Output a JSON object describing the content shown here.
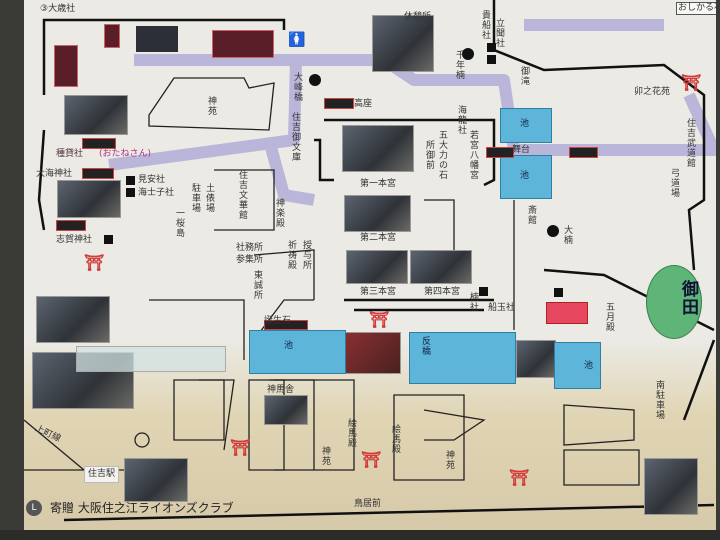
{
  "map": {
    "top_label": "③大歳社",
    "labels": [
      "神苑",
      "種貸社",
      "(おたねさん)",
      "大海神社",
      "志賀神社",
      "見安社",
      "海士子社",
      "駐車場",
      "土俵場",
      "一桜島",
      "住吉文華館",
      "神楽殿",
      "住吉御文庫",
      "大峰橋",
      "第一本宮",
      "第二本宮",
      "第三本宮",
      "第四本宮",
      "休憩所",
      "貴船社",
      "立聞社",
      "千年楠",
      "御滝",
      "海龍社",
      "若宮八幡宮",
      "五大力の石",
      "所御前",
      "舞台",
      "池",
      "池",
      "斎館",
      "大楠",
      "卯之花苑",
      "住吉武道館",
      "弓道場",
      "五月殿",
      "船玉社",
      "楠社",
      "南駐車場",
      "神馬舎",
      "絵馬殿",
      "神苑",
      "絵馬殿",
      "神苑",
      "住吉駅",
      "上町線",
      "鳥居前",
      "誕生石",
      "反橋",
      "池",
      "池",
      "社務所",
      "参集所",
      "東誠所",
      "祈祷殿",
      "授与所",
      "高座",
      "おしかる石"
    ],
    "field_label": "御田",
    "bridge_label": "反橋",
    "footer": "寄贈 大阪住之江ライオンズクラブ",
    "colors": {
      "path": "#b9b6da",
      "pond": "#5db6da",
      "torii": "#d23a3a",
      "field": "#5fb578",
      "background": "#ebeae4"
    },
    "icons": [
      "torii-icon",
      "restroom-icon",
      "shrine-marker-icon",
      "tree-icon"
    ]
  }
}
